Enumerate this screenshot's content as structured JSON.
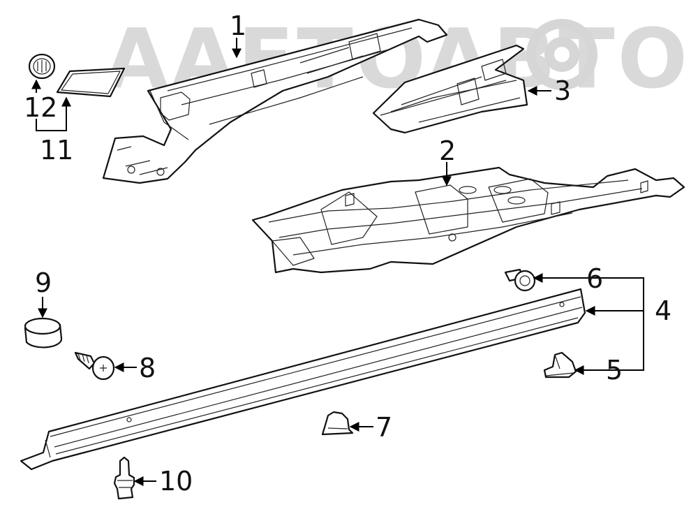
{
  "watermark": "AAETOABTO",
  "callouts": {
    "c1": "1",
    "c2": "2",
    "c3": "3",
    "c4": "4",
    "c5": "5",
    "c6": "6",
    "c7": "7",
    "c8": "8",
    "c9": "9",
    "c10": "10",
    "c11": "11",
    "c12": "12"
  },
  "colors": {
    "line": "#111111",
    "watermark": "#d9d9d9",
    "background": "#ffffff"
  }
}
